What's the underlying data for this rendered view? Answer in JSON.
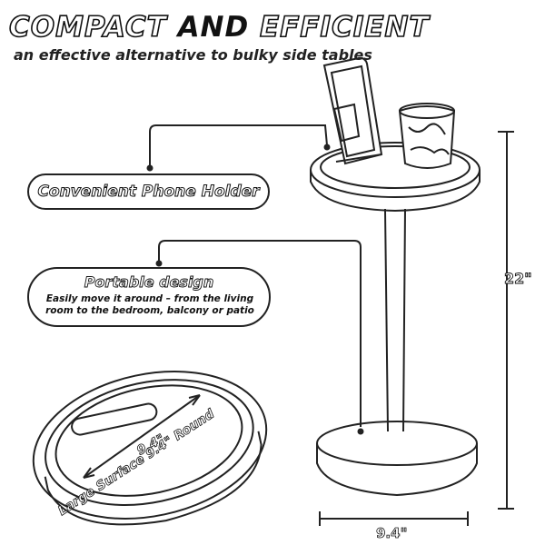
{
  "heading": {
    "part1": "COMPACT ",
    "part2": "AND",
    "part3": " EFFICIENT",
    "subheading": "an effective alternative to bulky side tables"
  },
  "callouts": {
    "phone_holder": "Convenient Phone Holder",
    "portable_title": "Portable design",
    "portable_desc": "Easily move it around – from the living room to the bedroom, balcony or patio"
  },
  "dimensions": {
    "height": "22\"",
    "base_width": "9.4\"",
    "top_diameter": "9.4\"",
    "surface_caption": "Large Surface 9.4\" Round"
  }
}
